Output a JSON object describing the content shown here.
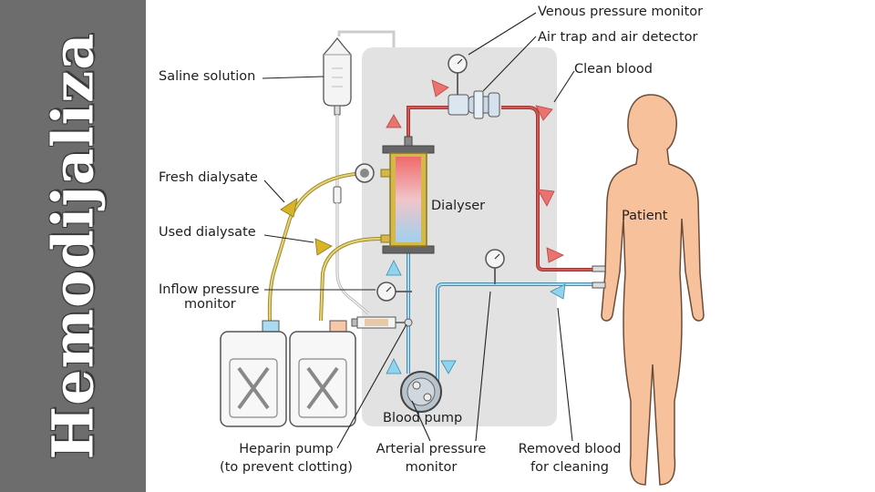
{
  "sidebar": {
    "title": "Hemodijaliza"
  },
  "labels": {
    "venous_pressure_monitor": "Venous pressure monitor",
    "air_trap": "Air trap and air detector",
    "clean_blood": "Clean blood",
    "saline_solution": "Saline solution",
    "fresh_dialysate": "Fresh dialysate",
    "used_dialysate": "Used dialysate",
    "dialyser": "Dialyser",
    "patient": "Patient",
    "inflow_line1": "Inflow pressure",
    "inflow_line2": "monitor",
    "blood_pump": "Blood pump",
    "heparin_line1": "Heparin pump",
    "heparin_line2": "(to prevent clotting)",
    "arterial_line1": "Arterial pressure",
    "arterial_line2": "monitor",
    "removed_line1": "Removed blood",
    "removed_line2": "for cleaning"
  },
  "colors": {
    "sidebar": "#6d6d6d",
    "machine_panel": "#e2e2e2",
    "clean_blood_tube": "#d9534f",
    "removed_blood_tube": "#7fc3e0",
    "dialysate_tube": "#d4b84a",
    "patient_skin": "#f7c19b",
    "arrow_red": "#e8736f",
    "arrow_blue": "#8fd4ee",
    "arrow_yellow": "#d9b526"
  }
}
